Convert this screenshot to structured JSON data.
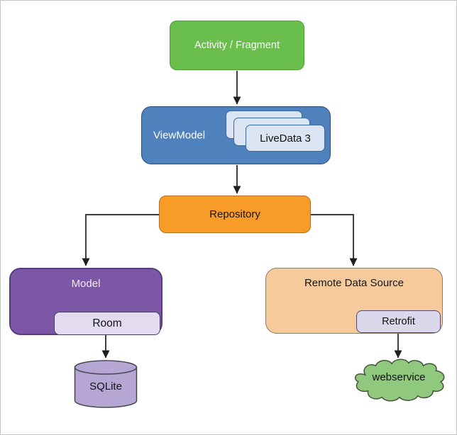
{
  "nodes": {
    "activity": {
      "label": "Activity / Fragment"
    },
    "viewmodel": {
      "label": "ViewModel",
      "livedata_label": "LiveData 3"
    },
    "repository": {
      "label": "Repository"
    },
    "model": {
      "label": "Model",
      "room_label": "Room"
    },
    "remote": {
      "label": "Remote Data Source",
      "retrofit_label": "Retrofit"
    },
    "sqlite": {
      "label": "SQLite"
    },
    "webservice": {
      "label": "webservice"
    }
  },
  "edges": [
    {
      "from": "activity",
      "to": "viewmodel"
    },
    {
      "from": "viewmodel",
      "to": "repository"
    },
    {
      "from": "repository",
      "to": "model"
    },
    {
      "from": "repository",
      "to": "remote"
    },
    {
      "from": "room",
      "to": "sqlite"
    },
    {
      "from": "retrofit",
      "to": "webservice"
    }
  ],
  "colors": {
    "activity_fill": "#69be4c",
    "activity_border": "#4f9d36",
    "viewmodel_fill": "#4f81bd",
    "viewmodel_border": "#2d4d79",
    "livedata_fill": "#dbe4f3",
    "livedata_border": "#3c69a4",
    "repository_fill": "#f89c27",
    "repository_border": "#b36f1d",
    "model_fill": "#7c57a5",
    "model_border": "#573c7d",
    "room_fill": "#e3dcf0",
    "room_border": "#4a3d63",
    "remote_fill": "#f7ca9b",
    "remote_border": "#8d7d69",
    "retrofit_fill": "#dcd8ec",
    "retrofit_border": "#544b6c",
    "sqlite_fill": "#b5a6d4",
    "sqlite_border": "#47474f",
    "cloud_fill": "#90c87e",
    "cloud_border": "#44543a",
    "connector": "#1f1f1f"
  }
}
